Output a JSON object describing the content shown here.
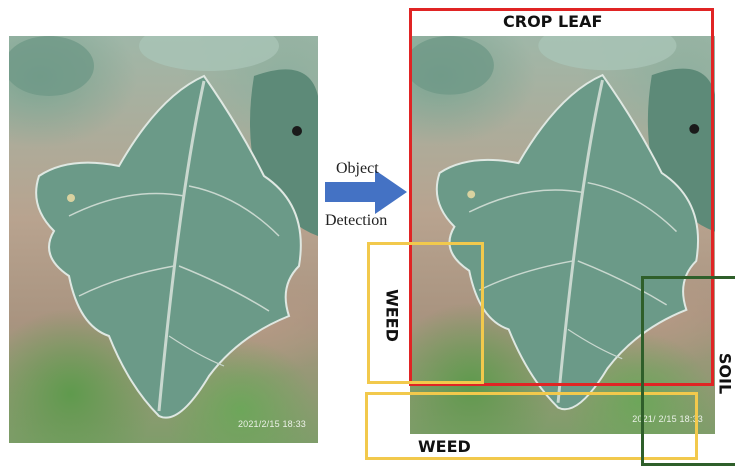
{
  "original_photo": {
    "timestamp": "2021/2/15 18:33"
  },
  "detected_photo": {
    "timestamp": "2021/ 2/15 18:33"
  },
  "arrow": {
    "line1": "Object",
    "line2": "Detection",
    "color": "#4472c4"
  },
  "detections": [
    {
      "label": "CROP LEAF",
      "color": "#e02424"
    },
    {
      "label": "WEED",
      "color": "#f2c94c"
    },
    {
      "label": "WEED",
      "color": "#f2c94c"
    },
    {
      "label": "SOIL",
      "color": "#2f5f2a"
    }
  ]
}
